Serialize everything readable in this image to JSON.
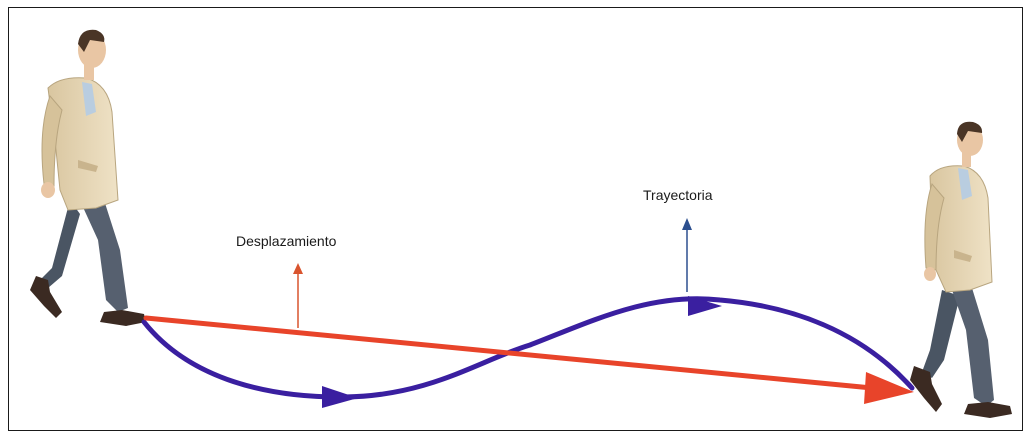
{
  "labels": {
    "displacement": "Desplazamiento",
    "trajectory": "Trayectoria"
  },
  "colors": {
    "displacement_arrow": "#e8442a",
    "trajectory_path": "#3a1fa0",
    "label_arrow_displacement": "#d9542e",
    "label_arrow_trajectory": "#2c4f8f",
    "jacket": "#e3d2b0",
    "trousers": "#4a5563",
    "shirt": "#b9cde0",
    "shoes": "#3b2a22",
    "skin": "#e9c6a4",
    "hair": "#4a3526"
  },
  "figures": [
    "walking-man-start",
    "walking-man-end"
  ]
}
